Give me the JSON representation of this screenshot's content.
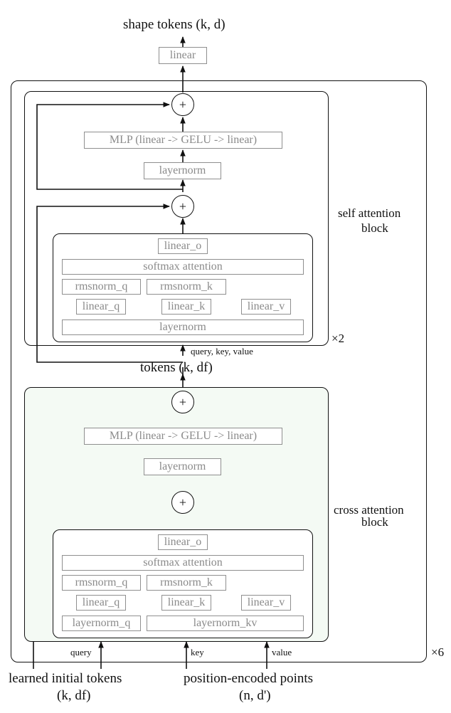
{
  "output": {
    "title": "shape tokens (k, d)",
    "linear": "linear"
  },
  "self_attention": {
    "label_line1": "self attention",
    "label_line2": "block",
    "repeat": "×2",
    "plus1": "+",
    "plus2": "+",
    "mlp": "MLP (linear -> GELU -> linear)",
    "layernorm_mid": "layernorm",
    "inner": {
      "linear_o": "linear_o",
      "softmax": "softmax attention",
      "rmsnorm_q": "rmsnorm_q",
      "rmsnorm_k": "rmsnorm_k",
      "linear_q": "linear_q",
      "linear_k": "linear_k",
      "linear_v": "linear_v",
      "layernorm": "layernorm"
    },
    "input_label": "query, key, value"
  },
  "tokens_label": "tokens (k, df)",
  "cross_attention": {
    "label_line1": "cross attention",
    "label_line2": "block",
    "plus1": "+",
    "plus2": "+",
    "mlp": "MLP (linear -> GELU -> linear)",
    "layernorm_mid": "layernorm",
    "inner": {
      "linear_o": "linear_o",
      "softmax": "softmax attention",
      "rmsnorm_q": "rmsnorm_q",
      "rmsnorm_k": "rmsnorm_k",
      "linear_q": "linear_q",
      "linear_k": "linear_k",
      "linear_v": "linear_v",
      "layernorm_q": "layernorm_q",
      "layernorm_kv": "layernorm_kv"
    },
    "query_label": "query",
    "key_label": "key",
    "value_label": "value"
  },
  "outer_repeat": "×6",
  "inputs": {
    "learned_line1": "learned initial tokens",
    "learned_line2": "(k, df)",
    "points_line1": "position-encoded points",
    "points_line2": "(n, d')"
  },
  "colors": {
    "cross_block_bg": "#f4faf4",
    "box_text": "#8a8a8a",
    "stroke": "#111111"
  }
}
